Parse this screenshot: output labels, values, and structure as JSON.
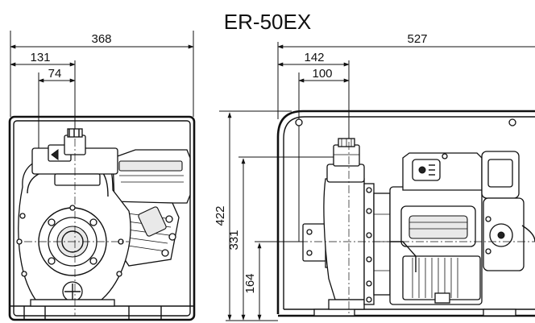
{
  "title": "ER-50EX",
  "front_view": {
    "overall_width": "368",
    "inlet_offset": "131",
    "center_offset": "74"
  },
  "side_view": {
    "overall_length": "527",
    "inlet_offset": "142",
    "center_offset": "100",
    "overall_height": "422",
    "outlet_height": "331",
    "inlet_height": "164"
  }
}
